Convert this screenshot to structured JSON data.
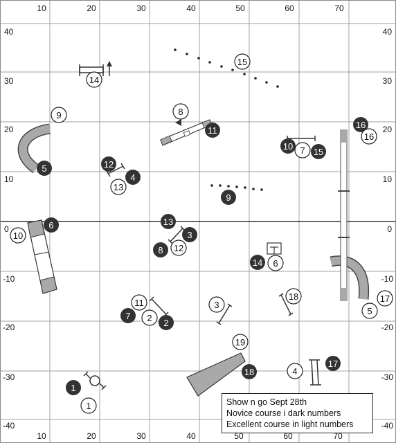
{
  "axes": {
    "x_top": [
      "10",
      "20",
      "30",
      "40",
      "50",
      "60",
      "70"
    ],
    "x_bottom": [
      "10",
      "20",
      "30",
      "40",
      "50",
      "60",
      "70"
    ],
    "y_left": [
      "40",
      "30",
      "20",
      "10",
      "0",
      "-10",
      "-20",
      "-30",
      "-40"
    ],
    "y_right": [
      "40",
      "30",
      "20",
      "10",
      "0",
      "-10",
      "-20",
      "-30",
      "-40"
    ]
  },
  "legend": {
    "line1": "Show n go Sept 28th",
    "line2": "Novice course i dark numbers",
    "line3": "Excellent course in light numbers"
  },
  "dark_numbers": [
    "1",
    "2",
    "3",
    "4",
    "5",
    "6",
    "7",
    "8",
    "9",
    "10",
    "11",
    "12",
    "13",
    "14",
    "16",
    "17",
    "18"
  ],
  "light_numbers": [
    "1",
    "2",
    "3",
    "4",
    "5",
    "6",
    "7",
    "8",
    "9",
    "10",
    "11",
    "12",
    "13",
    "14",
    "15",
    "16",
    "17",
    "18",
    "19"
  ],
  "colors": {
    "dark_marker": "#333333",
    "light_marker": "#ffffff",
    "equipment_fill": "#a9a9a9",
    "grid_line": "#a0a0a0"
  }
}
